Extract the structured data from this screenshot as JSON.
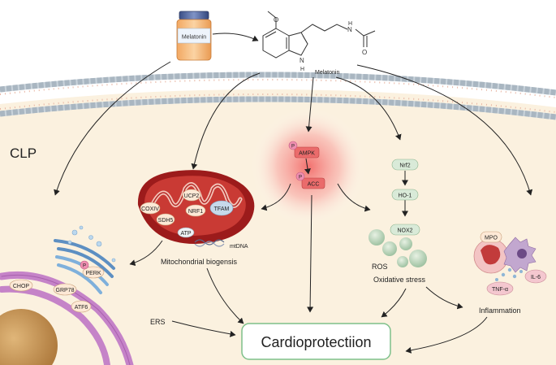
{
  "compound": {
    "bottle_label": "Melatonin",
    "structure_label": "Melatonin",
    "ring_atom": "N",
    "ring_atom_h": "H",
    "carbonyl_o": "O",
    "amide_n": "N",
    "amide_h": "H"
  },
  "cell": {
    "label": "CLP"
  },
  "mitochondria": {
    "proteins": [
      "COXIV",
      "UCP2",
      "SDH5",
      "NRF1",
      "TFAM",
      "ATP"
    ],
    "mtdna_label": "mtDNA",
    "process_label": "Mitochondrial biogensis"
  },
  "er": {
    "proteins": [
      "PERK",
      "CHOP",
      "GRP78",
      "ATF6"
    ],
    "phospho": "P",
    "process_label": "ERS"
  },
  "ampk_pathway": {
    "ampk": "AMPK",
    "acc": "ACC",
    "phospho": "P"
  },
  "oxidative": {
    "nrf2": "Nrf2",
    "ho1": "HO-1",
    "nox2": "NOX2",
    "ros": "ROS",
    "process_label": "Oxidative stress"
  },
  "inflammation": {
    "mpo": "MPO",
    "il6": "IL-6",
    "tnf": "TNF-α",
    "process_label": "Inflammation"
  },
  "outcome": {
    "label": "Cardioprotectiion"
  },
  "colors": {
    "membrane_head": "#b8c6d0",
    "cytoplasm": "#fbf1df",
    "mito": "#a31c1c",
    "ampk_glow": "#f26b6b",
    "green_node": "#d9ead8",
    "outcome_border": "#7ec08a"
  }
}
